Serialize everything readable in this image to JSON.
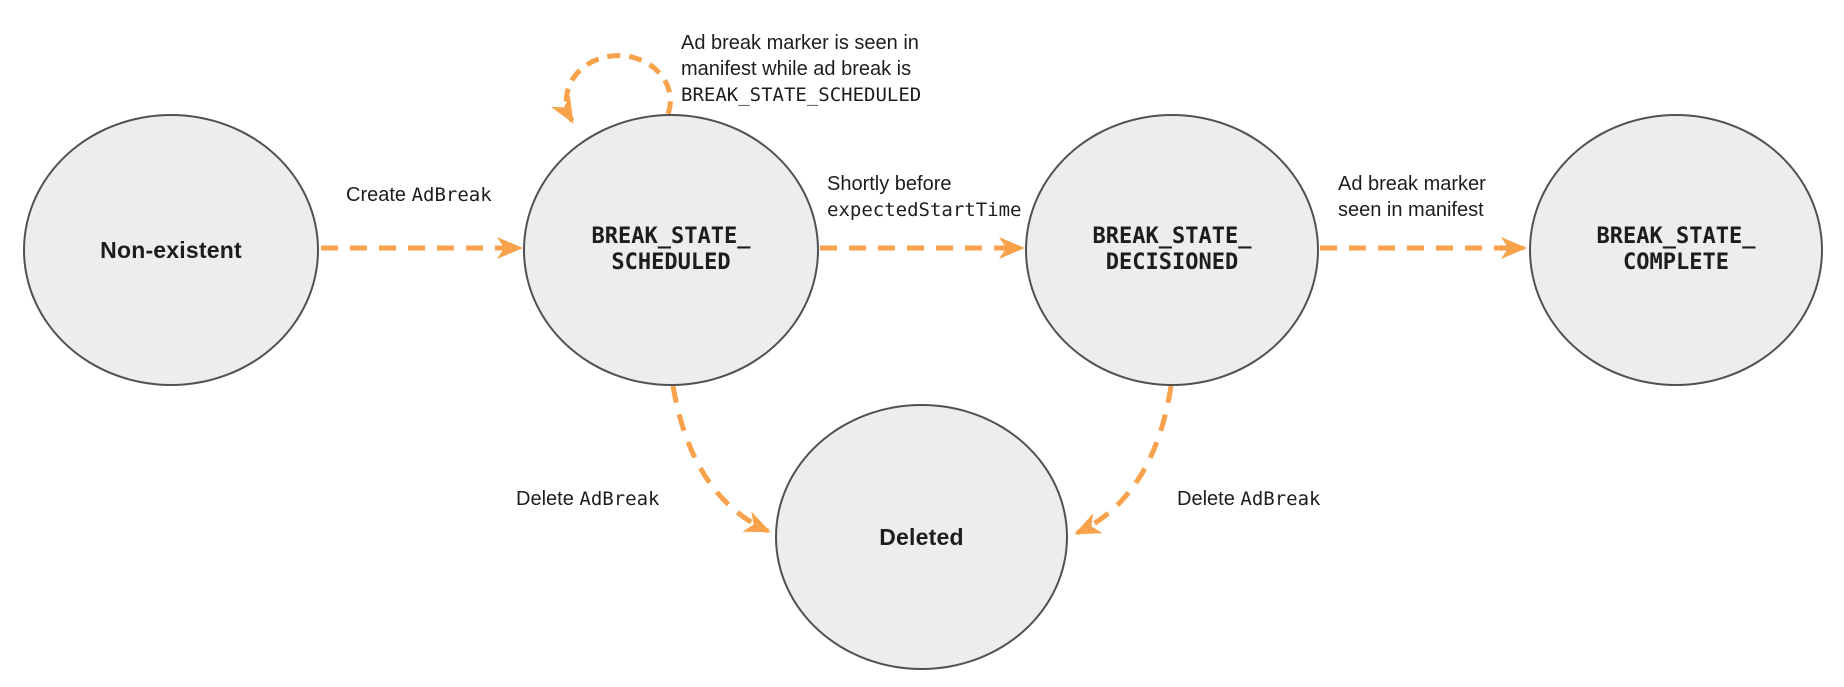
{
  "colors": {
    "arrow": "#F8A24C",
    "node_fill": "#EDEDEE",
    "node_border": "#4F5153",
    "text": "#1C1D1F"
  },
  "states": {
    "non_existent": {
      "label": "Non-existent"
    },
    "scheduled": {
      "line1": "BREAK_STATE_",
      "line2": "SCHEDULED"
    },
    "decisioned": {
      "line1": "BREAK_STATE_",
      "line2": "DECISIONED"
    },
    "complete": {
      "line1": "BREAK_STATE_",
      "line2": "COMPLETE"
    },
    "deleted": {
      "label": "Deleted"
    }
  },
  "transitions": {
    "create": {
      "sans": "Create ",
      "mono": "AdBreak"
    },
    "self_loop": {
      "line1": "Ad break marker is seen in",
      "line2": "manifest while ad break is",
      "line3": "BREAK_STATE_SCHEDULED"
    },
    "to_decisioned": {
      "line1": "Shortly before",
      "line2_mono": "expectedStartTime"
    },
    "to_complete": {
      "line1": "Ad break marker",
      "line2": "seen in manifest"
    },
    "delete_left": {
      "sans": "Delete ",
      "mono": "AdBreak"
    },
    "delete_right": {
      "sans": "Delete ",
      "mono": "AdBreak"
    }
  }
}
